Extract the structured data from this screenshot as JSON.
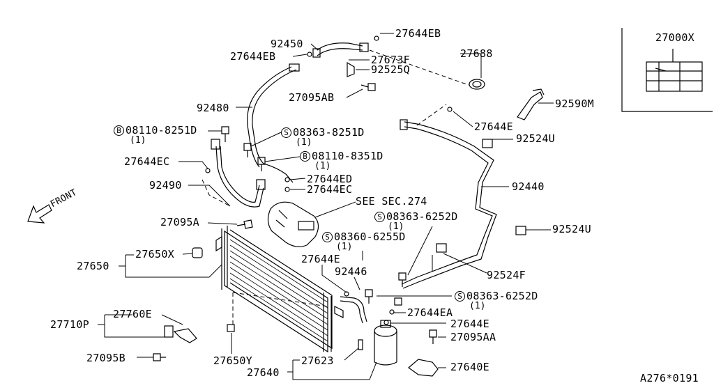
{
  "diagram": {
    "reference": "A276*0191",
    "direction_label": "FRONT",
    "inset": {
      "part": "27000X"
    },
    "callouts": {
      "p92450": "92450",
      "p27644EB_top": "27644EB",
      "p27644EB_left": "27644EB",
      "p27673F": "27673F",
      "p92525Q": "92525Q",
      "p27688": "27688",
      "p27095AB": "27095AB",
      "p92480": "92480",
      "p92590M": "92590M",
      "p27644E_upper": "27644E",
      "p08110_8251D": "08110-8251D",
      "p08363_8251D": "08363-8251D",
      "p92524U_upper": "92524U",
      "p08110_8351D": "08110-8351D",
      "p27644EC_left": "27644EC",
      "p27644ED": "27644ED",
      "p27644EC_mid": "27644EC",
      "p92490": "92490",
      "p92440": "92440",
      "see_sec": "SEE SEC.274",
      "p08363_6252D_upper": "08363-6252D",
      "p27095A": "27095A",
      "p92524U_lower": "92524U",
      "p08360_6255D": "08360-6255D",
      "p27650X": "27650X",
      "p27650": "27650",
      "p27644E_mid": "27644E",
      "p92446": "92446",
      "p92524F": "92524F",
      "p08363_6252D_lower": "08363-6252D",
      "p27760E": "27760E",
      "p27644EA": "27644EA",
      "p27710P": "27710P",
      "p27644E_low": "27644E",
      "p27095AA": "27095AA",
      "p27095B": "27095B",
      "p27650Y": "27650Y",
      "p27623": "27623",
      "p27640E": "27640E",
      "p27640": "27640"
    },
    "quantities": {
      "q08110_8251D": "(1)",
      "q08363_8251D": "(1)",
      "q08110_8351D": "(1)",
      "q08363_6252D_upper": "(1)",
      "q08360_6255D": "(1)",
      "q08363_6252D_lower": "(1)"
    },
    "markers": {
      "bolt_B": "B",
      "screw_S": "S"
    }
  }
}
